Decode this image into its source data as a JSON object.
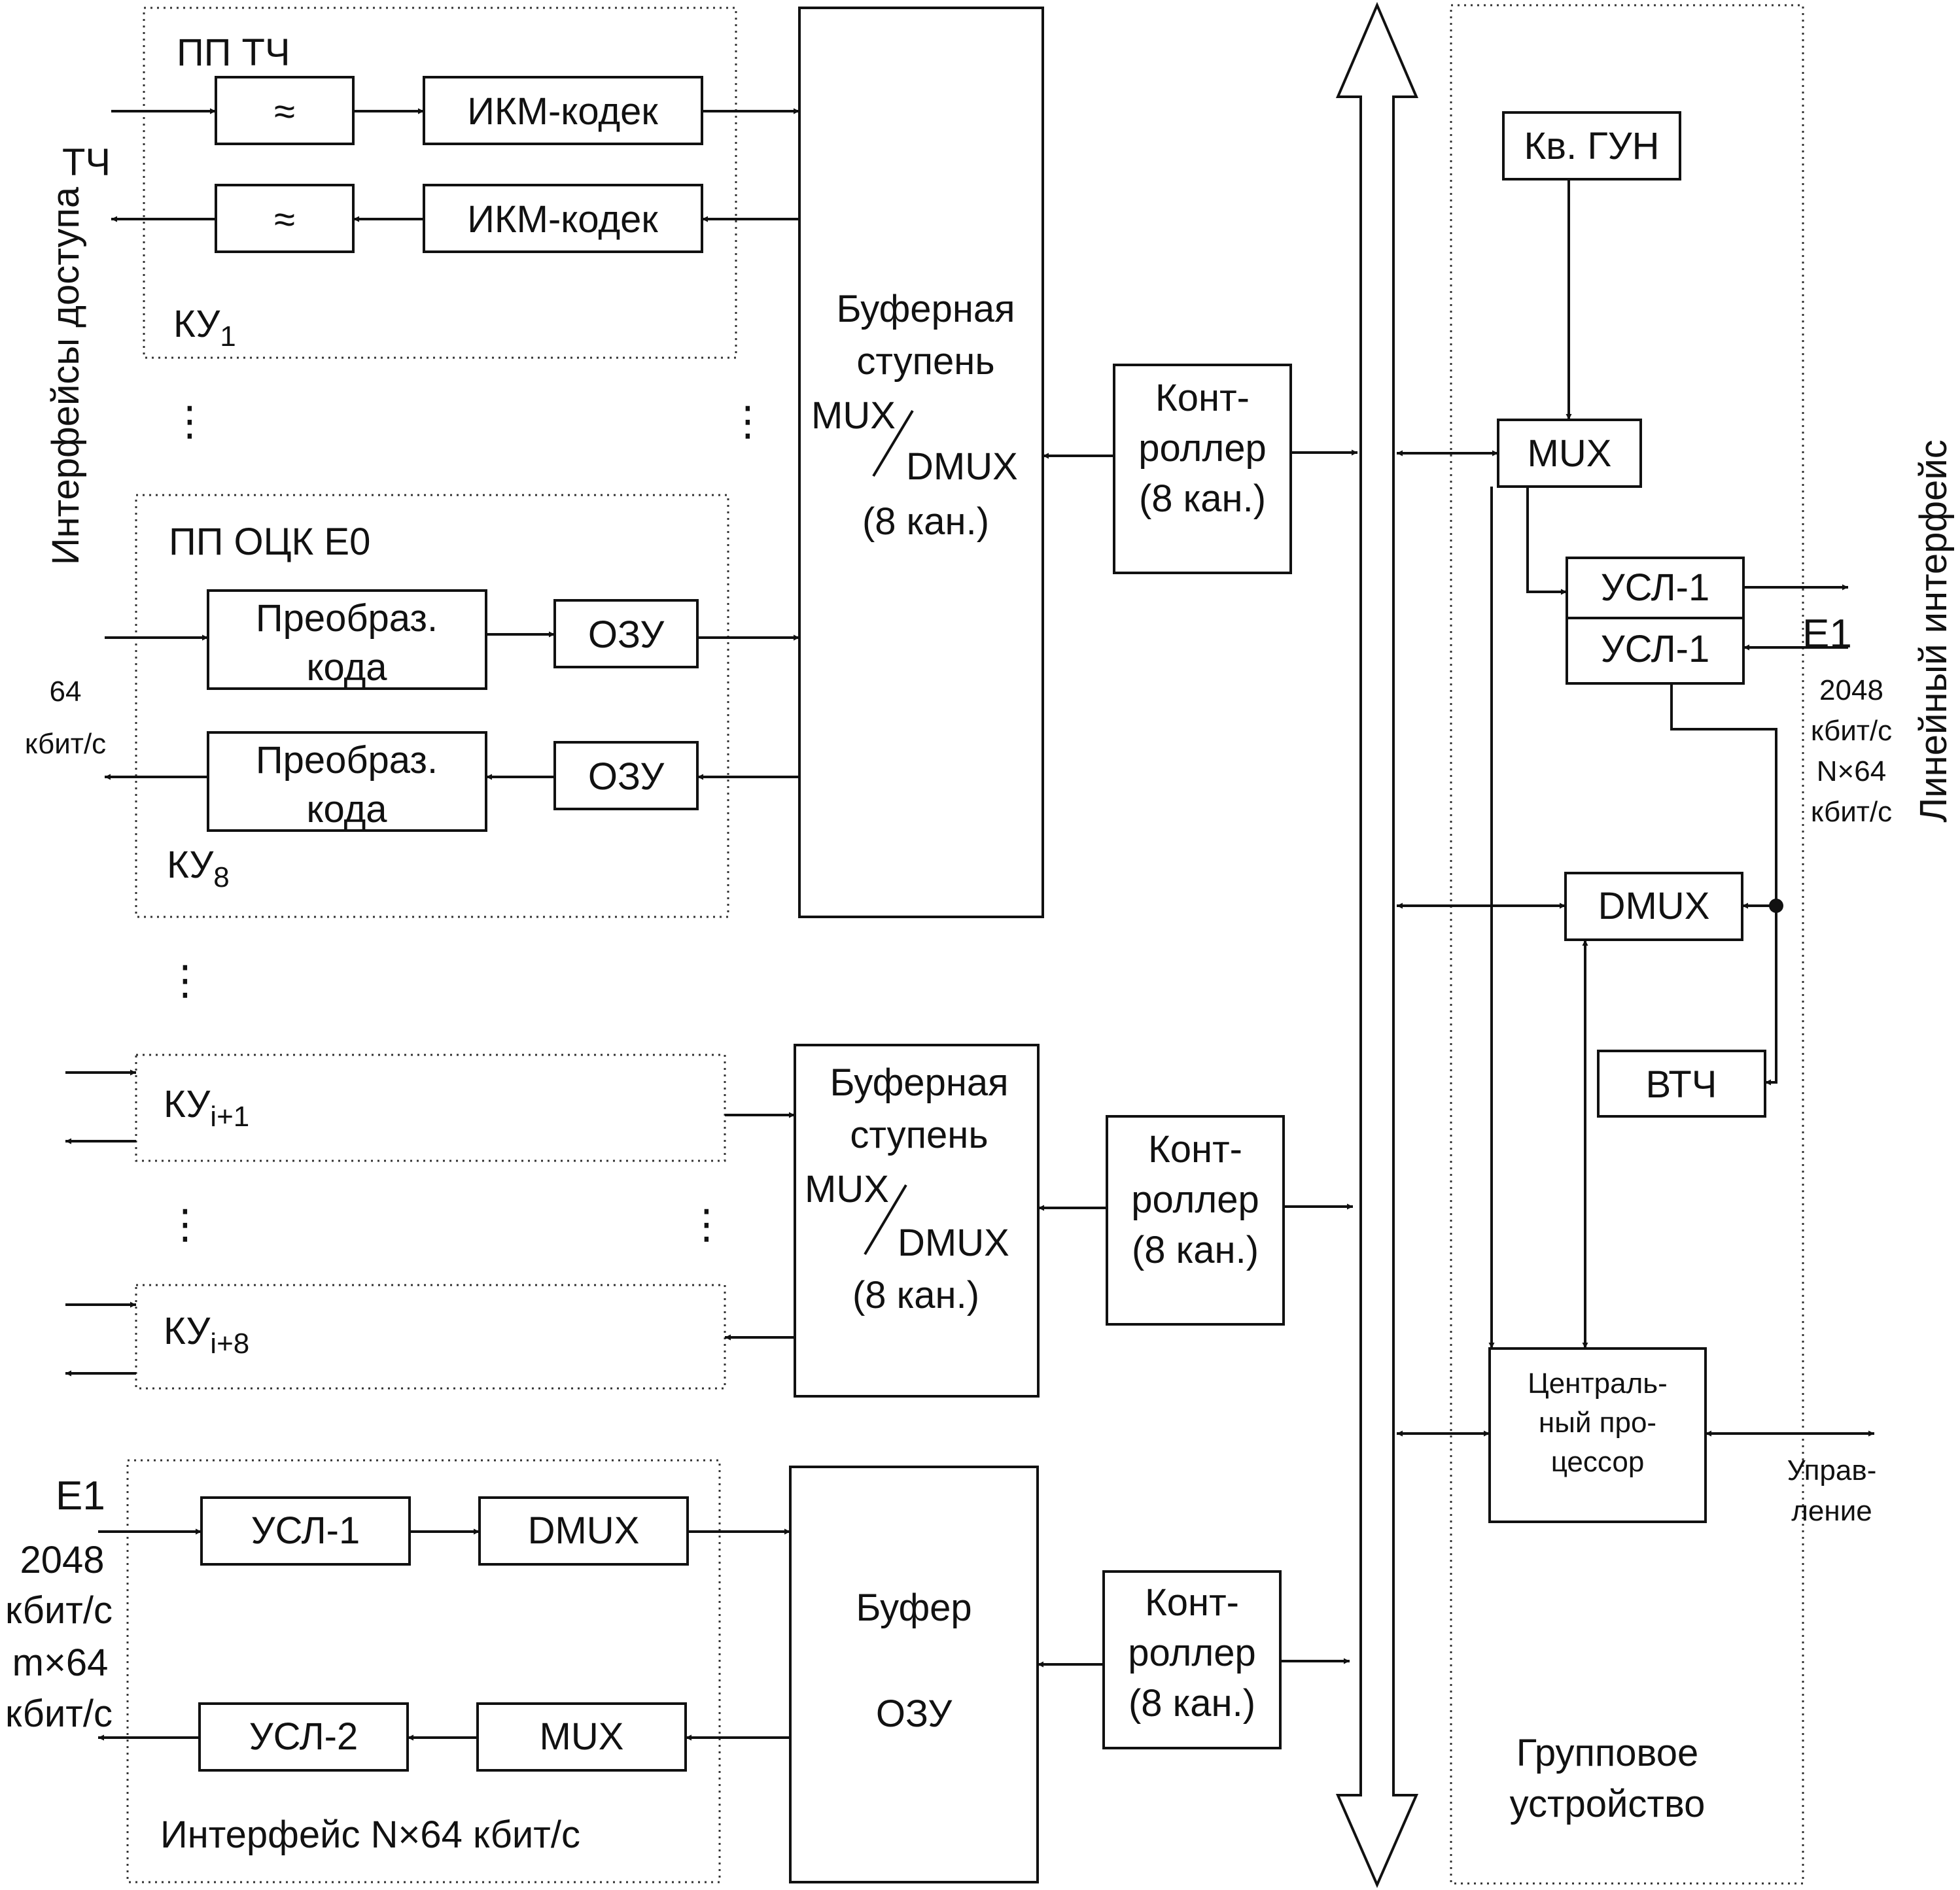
{
  "colors": {
    "ink": "#111111",
    "background": "#ffffff"
  },
  "side_labels": {
    "access_interfaces": "Интерфейсы доступа",
    "line_interface": "Линейный интерфейс"
  },
  "ku1": {
    "title": "ПП ТЧ",
    "label": "КУ",
    "label_sub": "1",
    "filter_symbol": "≈",
    "codec": "ИКМ-кодек",
    "input_label": "ТЧ"
  },
  "ku8": {
    "title": "ПП ОЦК Е0",
    "label": "КУ",
    "label_sub": "8",
    "converter_line1": "Преобраз.",
    "converter_line2": "кода",
    "ram": "ОЗУ",
    "rate_line1": "64",
    "rate_line2": "кбит/с"
  },
  "ku_i1": {
    "label": "КУ",
    "label_sub": "i+1"
  },
  "ku_i8": {
    "label": "КУ",
    "label_sub": "i+8"
  },
  "buffer_stage": {
    "line1": "Буферная",
    "line2": "ступень",
    "mux": "MUX",
    "dmux": "DMUX",
    "channels": "(8 кан.)"
  },
  "buffer_ram": {
    "line1": "Буфер",
    "line2": "ОЗУ"
  },
  "controller": {
    "line1": "Конт-",
    "line2": "роллер",
    "line3": "(8 кан.)"
  },
  "nx64": {
    "title": "Интерфейс N×64 кбит/с",
    "usl1": "УСЛ-1",
    "usl2": "УСЛ-2",
    "dmux": "DMUX",
    "mux": "MUX",
    "e1": "E1",
    "rate_line1": "2048",
    "rate_line2": "кбит/с",
    "rate_line3": "m×64",
    "rate_line4": "кбит/с"
  },
  "group": {
    "title_line1": "Групповое",
    "title_line2": "устройство",
    "vco": "Кв. ГУН",
    "mux": "MUX",
    "usl1_top": "УСЛ-1",
    "usl1_bottom": "УСЛ-1",
    "dmux": "DMUX",
    "vtch": "ВТЧ",
    "cpu_line1": "Централь-",
    "cpu_line2": "ный про-",
    "cpu_line3": "цессор",
    "e1": "E1",
    "rate_line1": "2048",
    "rate_line2": "кбит/с",
    "rate_line3": "N×64",
    "rate_line4": "кбит/с",
    "control_line1": "Управ-",
    "control_line2": "ление"
  },
  "ellipsis": "⋮"
}
